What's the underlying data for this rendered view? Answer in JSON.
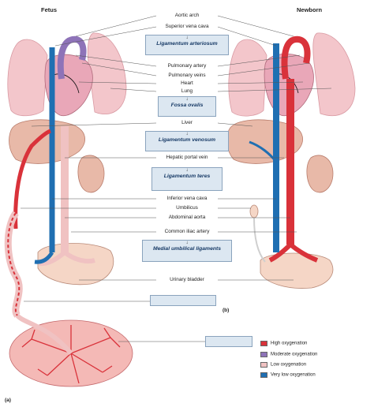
{
  "panels": {
    "fetus_title": "Fetus",
    "newborn_title": "Newborn",
    "tag_a": "(a)",
    "tag_b": "(b)"
  },
  "center_labels": {
    "aortic_arch": "Aortic arch",
    "superior_vena_cava": "Superior vena cava",
    "pulmonary_artery": "Pulmonary artery",
    "pulmonary_veins": "Pulmonary veins",
    "heart": "Heart",
    "lung": "Lung",
    "liver": "Liver",
    "hepatic_portal_vein": "Hepatic portal vein",
    "inferior_vena_cava": "Inferior vena cava",
    "umbilicus": "Umbilicus",
    "abdominal_aorta": "Abdominal aorta",
    "common_iliac_artery": "Common iliac artery",
    "urinary_bladder": "Urinary bladder"
  },
  "boxes": {
    "arrow": "↓",
    "ligamentum_arteriosum": "Ligamentum arteriosum",
    "fossa_ovalis": "Fossa ovalis",
    "ligamentum_venosum": "Ligamentum venosum",
    "ligamentum_teres": "Ligamentum teres",
    "medial_umbilical_ligaments": "Medial umbilical ligaments"
  },
  "legend": [
    {
      "label": "High oxygenation",
      "color": "#d9323a"
    },
    {
      "label": "Moderate oxygenation",
      "color": "#8e73b8"
    },
    {
      "label": "Low oxygenation",
      "color": "#f0c2c2"
    },
    {
      "label": "Very low oxygenation",
      "color": "#1f6fb2"
    }
  ],
  "colors": {
    "artery_red": "#d9323a",
    "vein_blue": "#1f6fb2",
    "mixed_purple": "#8e73b8",
    "pink_low": "#f0c2c2",
    "lung_pink": "#f3c6cb",
    "liver_tan": "#e8b9a8",
    "label_box": "#dce7f1"
  }
}
